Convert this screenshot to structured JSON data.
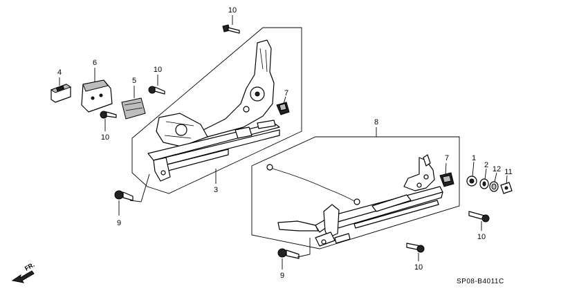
{
  "callouts": {
    "c10_top": "10",
    "c4": "4",
    "c6": "6",
    "c5": "5",
    "c10_left": "10",
    "c10_small": "10",
    "c7_left": "7",
    "c3": "3",
    "c9_left": "9",
    "c8": "8",
    "c7_right": "7",
    "c1": "1",
    "c2": "2",
    "c12": "12",
    "c11": "11",
    "c10_right": "10",
    "c10_bottom": "10",
    "c9_bottom": "9"
  },
  "diagram_code": "SP08-B4011C",
  "direction_label": "FR."
}
